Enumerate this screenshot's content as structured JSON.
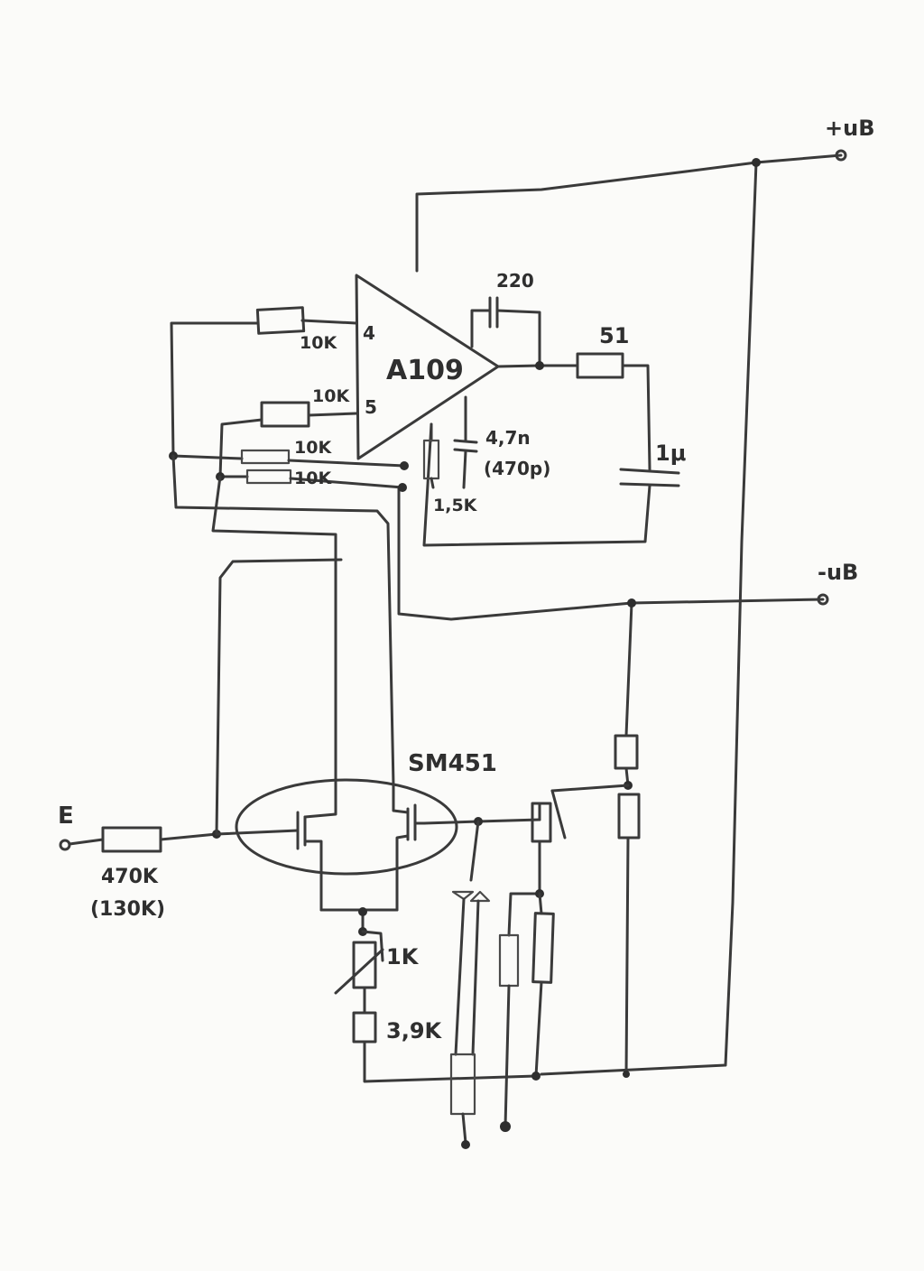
{
  "labels": {
    "plus_ub": "+uB",
    "minus_ub": "-uB",
    "opamp": "A109",
    "pin4": "4",
    "pin5": "5",
    "r_10k_a": "10K",
    "r_10k_b": "10K",
    "r_10k_c": "10K",
    "r_10k_d": "10K",
    "c_220": "220",
    "r_51": "51",
    "c_4_7n": "4,7n",
    "c_470p": "(470p)",
    "r_1_5k": "1,5K",
    "c_1u": "1μ",
    "transistor": "SM451",
    "input": "E",
    "r_470k": "470K",
    "r_130k": "(130K)",
    "pot_1k": "1K",
    "r_3_9k": "3,9K"
  },
  "colors": {
    "ink": "#3a3a3a",
    "paper": "#fbfbf9"
  }
}
